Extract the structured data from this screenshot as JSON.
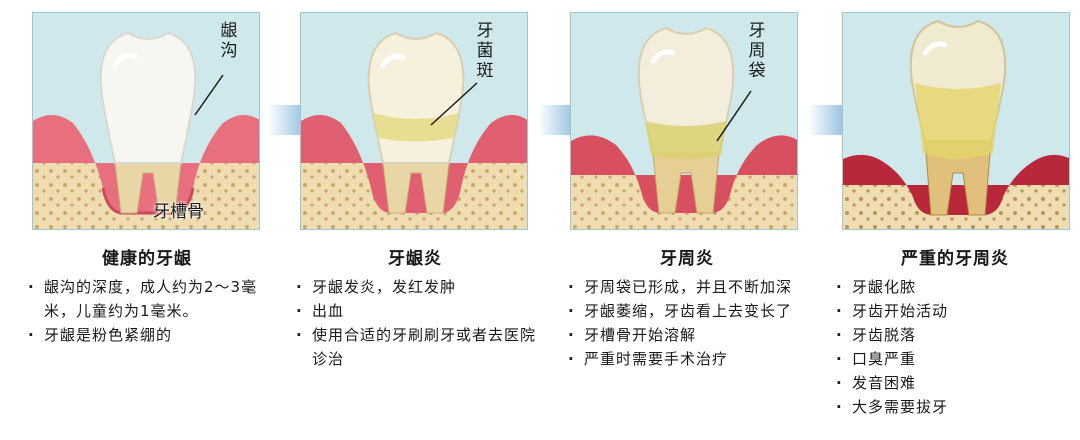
{
  "stages": [
    {
      "title": "健康的牙龈",
      "labels": {
        "top": [
          "龈",
          "沟"
        ],
        "bone": "牙槽骨"
      },
      "bullets": [
        "龈沟的深度，成人约为2～3毫米，儿童约为1毫米。",
        "牙龈是粉色紧绷的"
      ]
    },
    {
      "title": "牙龈炎",
      "labels": {
        "top": [
          "牙",
          "菌",
          "斑"
        ]
      },
      "bullets": [
        "牙龈发炎，发红发肿",
        "出血",
        "使用合适的牙刷刷牙或者去医院诊治"
      ]
    },
    {
      "title": "牙周炎",
      "labels": {
        "top": [
          "牙",
          "周",
          "袋"
        ]
      },
      "bullets": [
        "牙周袋已形成，并且不断加深",
        "牙龈萎缩，牙齿看上去变长了",
        "牙槽骨开始溶解",
        "严重时需要手术治疗"
      ]
    },
    {
      "title": "严重的牙周炎",
      "bullets": [
        "牙龈化脓",
        "牙齿开始活动",
        "牙齿脱落",
        "口臭严重",
        "发音困难",
        "大多需要拔牙"
      ]
    }
  ],
  "colors": {
    "panel_bg": "#cfe8ec",
    "gum": "#e8707e",
    "bone": "#efdcb0",
    "tooth": "#f7f7f2",
    "plaque": "#e6dc8a",
    "arrow": "#2f86c0"
  }
}
